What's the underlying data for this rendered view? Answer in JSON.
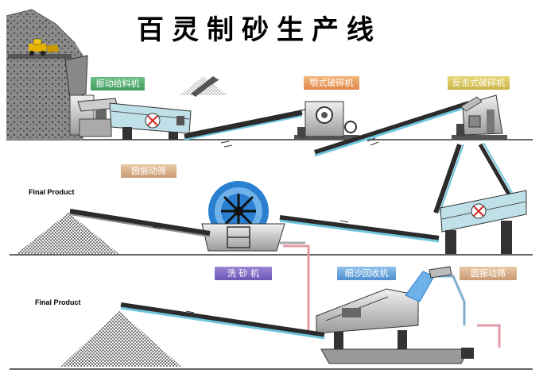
{
  "title": "百灵制砂生产线",
  "labels": {
    "vibrating_feeder": "振动给料机",
    "jaw_crusher": "颚式破碎机",
    "impact_crusher": "反击式破碎机",
    "circular_screen_top": "圆振动筛",
    "sand_washer": "洗 砂 机",
    "fine_sand_recycler": "细沙回收机",
    "circular_screen_bottom": "圆振动筛"
  },
  "final_product_top": "Final Product",
  "final_product_bottom": "Final Product",
  "colors": {
    "conveyor_blue": "#6fc6de",
    "belt_dark": "#2b2b2b",
    "ground": "#333333",
    "red_accent": "#d22a2a",
    "wheel_blue": "#2a7fd0"
  }
}
